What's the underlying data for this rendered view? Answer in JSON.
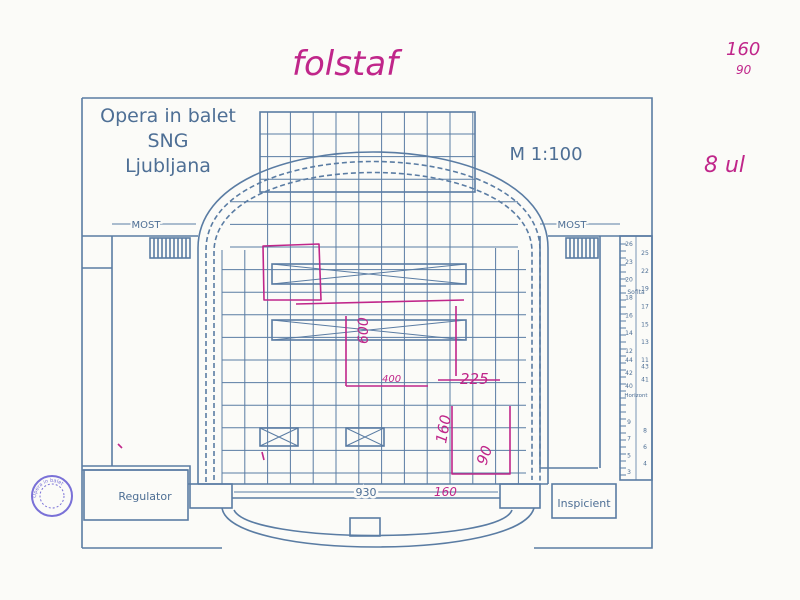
{
  "colors": {
    "paper": "#fbfbf8",
    "print_blue": "#5a7ca3",
    "ink_magenta": "#c0268a",
    "stamp_blue": "#5a4fd0"
  },
  "printed": {
    "title_lines": [
      "Opera in balet",
      "SNG",
      "Ljubljana"
    ],
    "scale": "M 1:100",
    "most_left": "MOST",
    "most_right": "MOST",
    "width_dim": "930",
    "regulator": "Regulator",
    "inspicient": "Inspicient",
    "rail_numbers_top": [
      "26",
      "25",
      "23",
      "22",
      "20",
      "19",
      "18",
      "17",
      "16",
      "15",
      "14",
      "13",
      "12",
      "11"
    ],
    "rail_label_top": "Sofita",
    "rail_numbers_mid": [
      "44",
      "43",
      "42",
      "41",
      "40"
    ],
    "rail_label_mid": "Horizont",
    "rail_numbers_bottom": [
      "9",
      "8",
      "7",
      "6",
      "5",
      "4",
      "3"
    ]
  },
  "handwritten": {
    "top_word": "folstaf",
    "top_right_top": "160",
    "top_right_bottom": "90",
    "right_note": "8 ul",
    "dim_vertical": "600",
    "dim_400": "400",
    "dim_225": "225",
    "dim_160_side": "160",
    "dim_90_side": "90",
    "dim_160_bottom": "160"
  },
  "stamp": {
    "text": "Opera in balet"
  }
}
